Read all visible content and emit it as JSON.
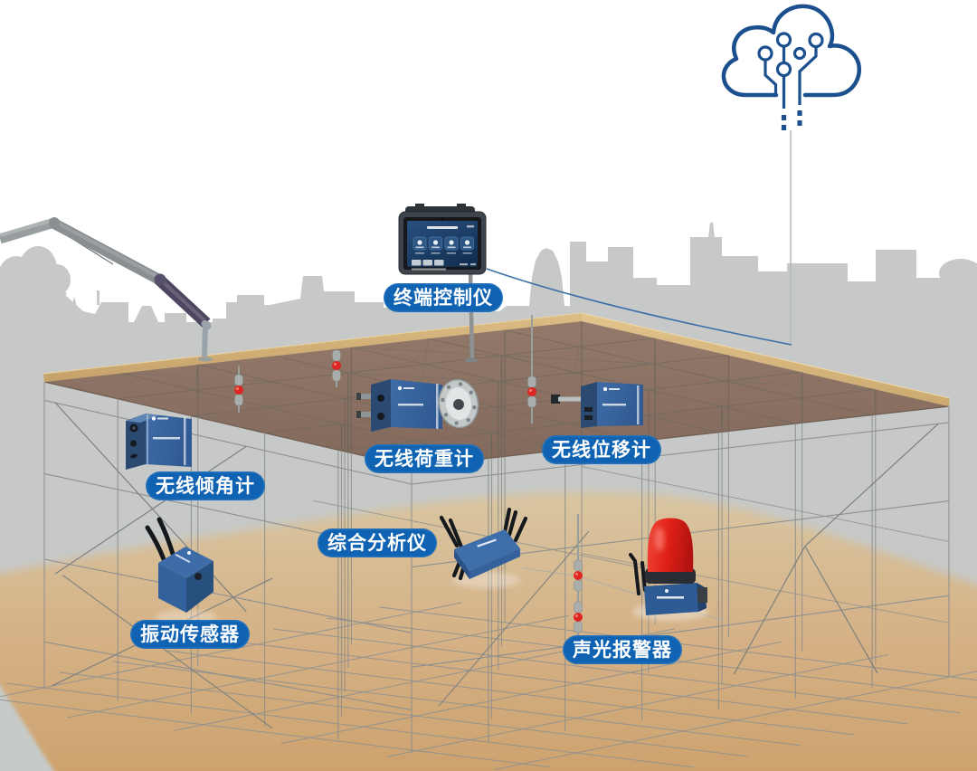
{
  "labels": [
    {
      "id": "terminal-controller",
      "text": "终端控制仪"
    },
    {
      "id": "wireless-load-cell",
      "text": "无线荷重计"
    },
    {
      "id": "wireless-displacement-meter",
      "text": "无线位移计"
    },
    {
      "id": "wireless-inclinometer",
      "text": "无线倾角计"
    },
    {
      "id": "integrated-analyzer",
      "text": "综合分析仪"
    },
    {
      "id": "vibration-sensor",
      "text": "振动传感器"
    },
    {
      "id": "sound-light-alarm",
      "text": "声光报警器"
    }
  ],
  "icons": [
    {
      "name": "cloud-computing-icon"
    },
    {
      "name": "terminal-tablet-icon"
    },
    {
      "name": "inclinometer-device-icon"
    },
    {
      "name": "load-cell-device-icon"
    },
    {
      "name": "displacement-meter-device-icon"
    },
    {
      "name": "analyzer-device-icon"
    },
    {
      "name": "vibration-sensor-device-icon"
    },
    {
      "name": "alarm-beacon-icon"
    },
    {
      "name": "crane-boom-icon"
    },
    {
      "name": "city-skyline-icon"
    }
  ],
  "colors": {
    "label_pill": "#0f63b2",
    "label_text": "#ffffff",
    "cloud_blue": "#1b4f8e",
    "device_blue": "#3a6ca8",
    "alarm_red": "#dd2522",
    "deck_wood": "#8d776a",
    "deck_edge_band": "#d8b983",
    "sand": "#d2ab79",
    "skyline_gray": "#c6c9c8",
    "scaffold_line": "#84878a",
    "uplink_blue": "#3c6fa8"
  }
}
